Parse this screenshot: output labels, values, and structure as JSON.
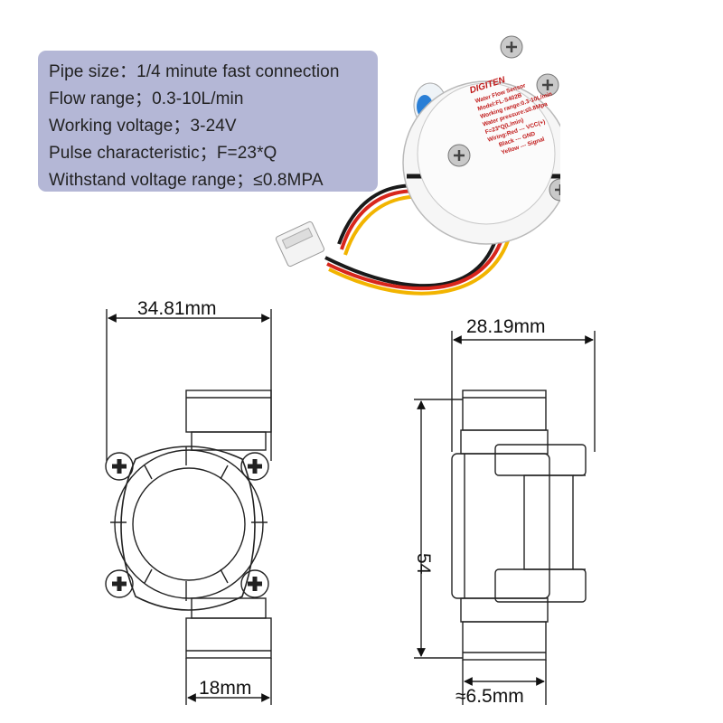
{
  "specs": {
    "pipe_size": "Pipe size：1/4 minute fast connection",
    "flow_range": "Flow range；0.3-10L/min",
    "working_voltage": "Working voltage；3-24V",
    "pulse": "Pulse characteristic；F=23*Q",
    "withstand": "Withstand voltage range；≤0.8MPA"
  },
  "product_label": {
    "brand": "DIGITEN",
    "line1": "Water Flow Sensor",
    "line2": "Model:FL-S402B",
    "line3": "Working range:0.3-10L/min",
    "line4": "Water pressure:≤0.8Mpa",
    "line5": "F=23*Q(L/min)",
    "line6": "Wiring:Red --- VCC(+)",
    "line7": "Black --- GND",
    "line8": "Yellow --- Signal"
  },
  "dimensions": {
    "front_width": "34.81mm",
    "front_pipe": "18mm",
    "side_width": "28.19mm",
    "side_height": "54",
    "side_pipe": "≈6.5mm"
  },
  "colors": {
    "panel": "#b4b7d6",
    "wire_red": "#d8261c",
    "wire_black": "#1a1a1a",
    "wire_yellow": "#f2b400",
    "fitting_blue": "#2a7fd6"
  }
}
